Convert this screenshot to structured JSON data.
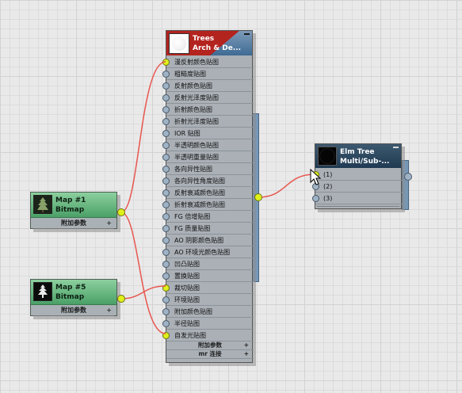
{
  "map1": {
    "name": "Map #1",
    "type": "Bitmap",
    "footer": "附加参数",
    "plus": "+"
  },
  "map5": {
    "name": "Map #5",
    "type": "Bitmap",
    "footer": "附加参数",
    "plus": "+"
  },
  "arch": {
    "name": "Trees",
    "type": "Arch & De...",
    "slots": [
      "漫反射颜色贴图",
      "粗糙度贴图",
      "反射颜色贴图",
      "反射光泽度贴图",
      "折射颜色贴图",
      "折射光泽度贴图",
      "IOR 贴图",
      "半透明颜色贴图",
      "半透明重量贴图",
      "各向异性贴图",
      "各向异性角度贴图",
      "反射衰减颜色贴图",
      "折射衰减颜色贴图",
      "FG 倍增贴图",
      "FG 质量贴图",
      "AO 阴影颜色贴图",
      "AO 环境光颜色贴图",
      "凹凸贴图",
      "置换贴图",
      "裁切贴图",
      "环境贴图",
      "附加颜色贴图",
      "半径贴图",
      "自发光贴图"
    ],
    "connected_slots": [
      "漫反射颜色贴图",
      "裁切贴图",
      "自发光贴图"
    ],
    "footers": [
      "附加参数",
      "mr 连接"
    ],
    "plus": "+"
  },
  "elm": {
    "name": "Elm Tree",
    "type": "Multi/Sub-...",
    "slots": [
      "(1)",
      "(2)",
      "(3)"
    ],
    "connected_slots": [
      "(1)"
    ]
  },
  "colors": {
    "wire": "#e8564f",
    "slot_connected": "#dff01a",
    "slot_empty": "#9fb3c6",
    "bitmap_header": "#4aa067",
    "material_header": "#3e6a94"
  }
}
